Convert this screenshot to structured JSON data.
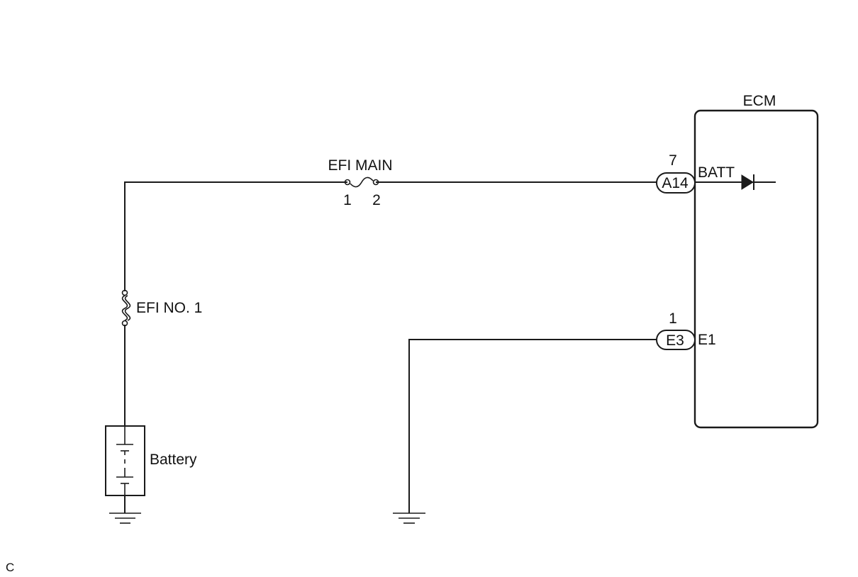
{
  "ecm": {
    "title": "ECM",
    "batt_pin_label": "BATT",
    "ground_pin_label": "E1"
  },
  "connectors": {
    "batt": {
      "name": "A14",
      "pin": "7"
    },
    "ground": {
      "name": "E3",
      "pin": "1"
    }
  },
  "fuses": {
    "main": {
      "label": "EFI MAIN",
      "pin_left": "1",
      "pin_right": "2"
    },
    "no1": {
      "label": "EFI NO. 1"
    }
  },
  "battery": {
    "label": "Battery"
  },
  "footer": {
    "code": "C"
  },
  "colors": {
    "line": "#1a1a1a",
    "background": "#ffffff"
  }
}
